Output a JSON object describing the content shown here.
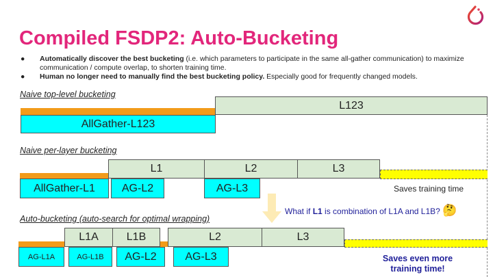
{
  "title": "Compiled FSDP2: Auto-Bucketing",
  "bullets": [
    {
      "bold": "Automatically discover the best bucketing",
      "rest": " (i.e. which parameters to participate in the same all-gather communication) to maximize communication / compute overlap, to shorten training time."
    },
    {
      "bold": "Human no longer need to manually find the best bucketing policy.",
      "rest": " Especially good for frequently changed models."
    }
  ],
  "bullet_symbol": "●",
  "sections": {
    "naive_top": {
      "label": "Naive top-level bucketing",
      "compute": [
        "L123"
      ],
      "comm": [
        "AllGather-L123"
      ]
    },
    "naive_layer": {
      "label": "Naive per-layer bucketing",
      "compute": [
        "L1",
        "L2",
        "L3"
      ],
      "comm": [
        "AllGather-L1",
        "AG-L2",
        "AG-L3"
      ],
      "note": "Saves training time"
    },
    "auto": {
      "label": "Auto-bucketing (auto-search for optimal wrapping)",
      "compute": [
        "L1A",
        "L1B",
        "L2",
        "L3"
      ],
      "comm": [
        "AG-L1A",
        "AG-L1B",
        "AG-L2",
        "AG-L3"
      ],
      "note_line1": "Saves even more",
      "note_line2": "training time!"
    }
  },
  "question": {
    "pre": "What if ",
    "bold": "L1",
    "post": " is combination of L1A and L1B?",
    "emoji": "🤔"
  },
  "colors": {
    "title": "#e2267b",
    "compute": "#d9ead3",
    "comm": "#00ffff",
    "idle": "#f29b1a",
    "saved": "#ffff00",
    "note": "#1f1f99"
  }
}
